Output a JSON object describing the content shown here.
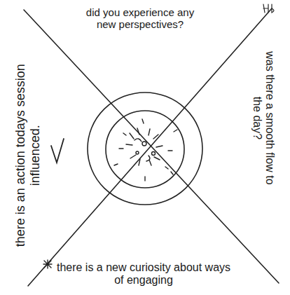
{
  "diagram": {
    "labels": [
      "did you experience any new perspectives?",
      "was there a smooth flow to the day?",
      "there is a new curiosity about ways of engaging",
      "there is an action todays session influenced."
    ]
  }
}
